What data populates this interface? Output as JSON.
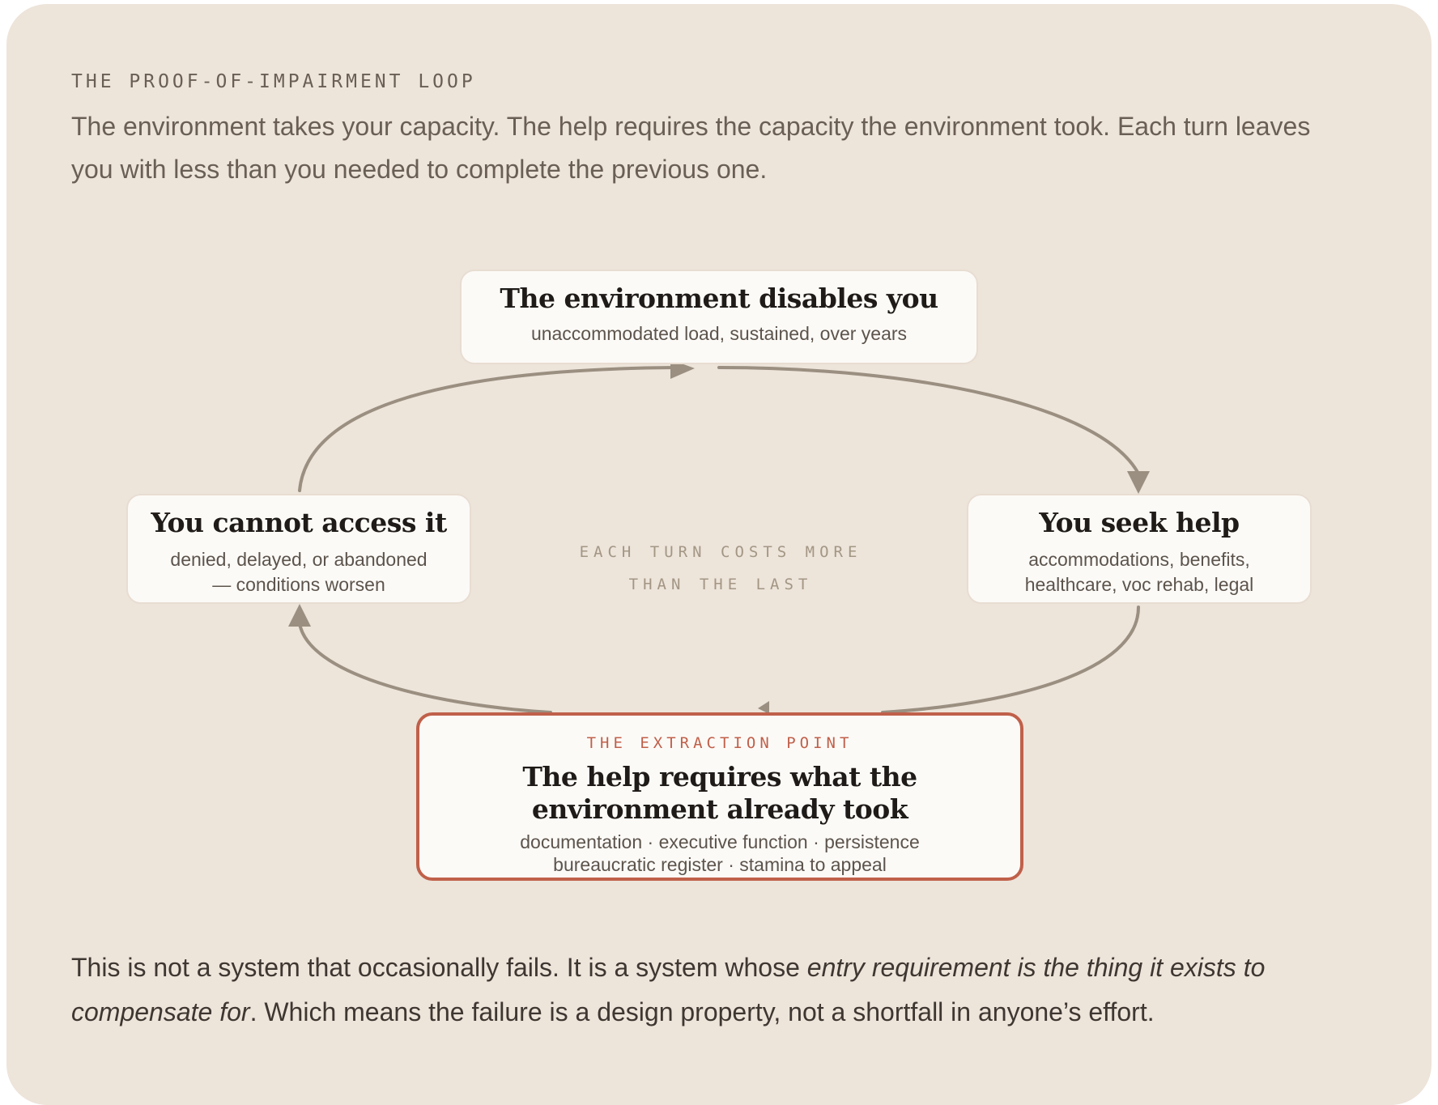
{
  "eyebrow": "THE PROOF-OF-IMPAIRMENT LOOP",
  "intro": "The environment takes your capacity. The help requires the capacity the environment took. Each turn leaves you with less than you needed to complete the previous one.",
  "nodes": {
    "top": {
      "title": "The environment disables you",
      "sub": "unaccommodated load, sustained, over years"
    },
    "right": {
      "title": "You seek help",
      "sub": "accommodations, benefits, healthcare, voc rehab, legal"
    },
    "bottom": {
      "kicker": "THE EXTRACTION POINT",
      "title": "The help requires what the environment already took",
      "sub_line1": "documentation · executive function · persistence",
      "sub_line2": "bureaucratic register · stamina to appeal"
    },
    "left": {
      "title": "You cannot access it",
      "sub": "denied, delayed, or abandoned — conditions worsen"
    }
  },
  "center_note": "EACH TURN COSTS MORE THAN THE LAST",
  "outro": {
    "part1": "This is not a system that occasionally fails. It is a system whose ",
    "emphasis": "entry requirement is the thing it exists to compensate for",
    "part2": ". Which means the failure is a design property, not a shortfall in anyone’s effort."
  },
  "colors": {
    "background": "#ede4da",
    "node_fill": "#fcfaf7",
    "arrow": "#9a8f80",
    "accent": "#c0604a"
  }
}
